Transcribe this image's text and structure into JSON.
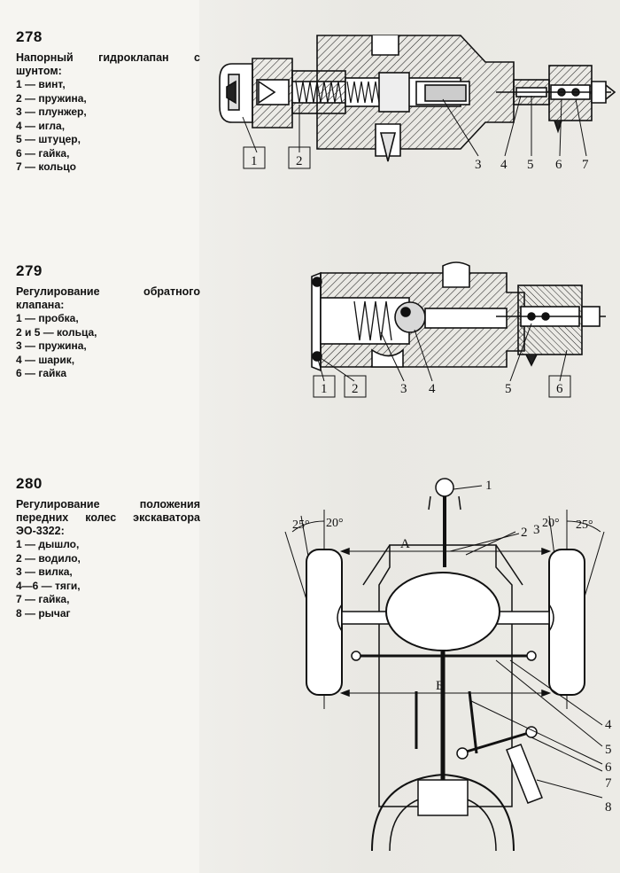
{
  "figures": [
    {
      "number": "278",
      "title": "Напорный гидроклапан с шунтом:",
      "legend": [
        "1 — винт,",
        "2 — пружина,",
        "3 — плунжер,",
        "4 — игла,",
        "5 — штуцер,",
        "6 — гайка,",
        "7 — кольцо"
      ],
      "callouts": [
        "1",
        "2",
        "3",
        "4",
        "5",
        "6",
        "7"
      ]
    },
    {
      "number": "279",
      "title": "Регулирование обратного клапана:",
      "legend": [
        "1 — пробка,",
        "2 и 5 — кольца,",
        "3 — пружина,",
        "4 — шарик,",
        "6 — гайка"
      ],
      "callouts": [
        "1",
        "2",
        "3",
        "4",
        "5",
        "6"
      ]
    },
    {
      "number": "280",
      "title": "Регулирование положения передних колес экскаватора ЭО-3322:",
      "legend": [
        "1 — дышло,",
        "2 — водило,",
        "3 — вилка,",
        "4—6 — тяги,",
        "7 — гайка,",
        "8 — рычаг"
      ],
      "callouts": [
        "1",
        "2",
        "3",
        "4",
        "5",
        "6",
        "7",
        "8"
      ],
      "dimensions": {
        "A": "А",
        "B": "Б"
      },
      "angles": [
        "25°",
        "20°",
        "20°",
        "25°"
      ]
    }
  ]
}
